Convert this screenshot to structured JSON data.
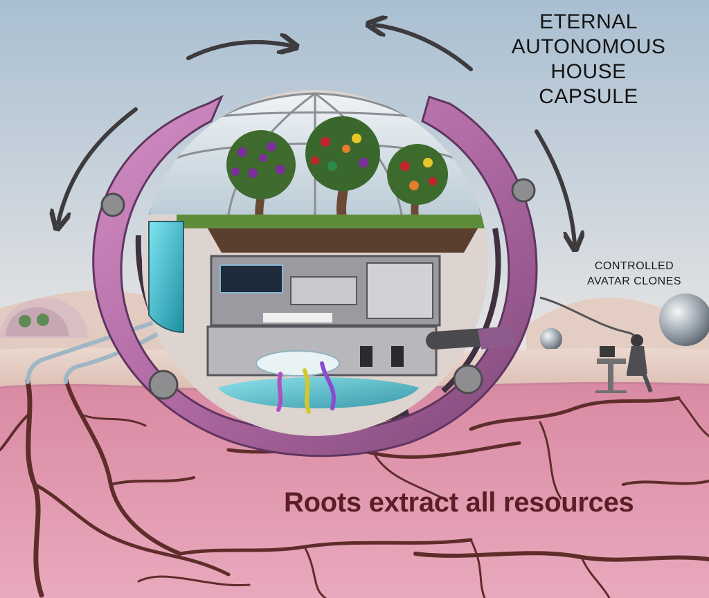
{
  "title": {
    "lines": [
      "ETERNAL",
      "AUTONOMOUS HOUSE",
      "CAPSULE"
    ]
  },
  "callout": {
    "lines": [
      "CONTROLLED",
      "AVATAR CLONES"
    ]
  },
  "caption": "Roots extract all resources",
  "colors": {
    "sky": "#c9d6e0",
    "sand": "#e6cfc4",
    "soil": "#dc93ab",
    "roots": "#5e2d2a",
    "capsule_shell": "#b86ea9",
    "tank_water": "#4cc6d6",
    "dome_glass": "#dce8ef",
    "caption_text": "#5a1f26",
    "title_text": "#141414"
  },
  "icons": [
    "circular-arrow-icon",
    "fruit-tree-icon",
    "avatar-operator-icon",
    "root-network-icon",
    "dome-house-icon",
    "sphere-pod-icon"
  ]
}
